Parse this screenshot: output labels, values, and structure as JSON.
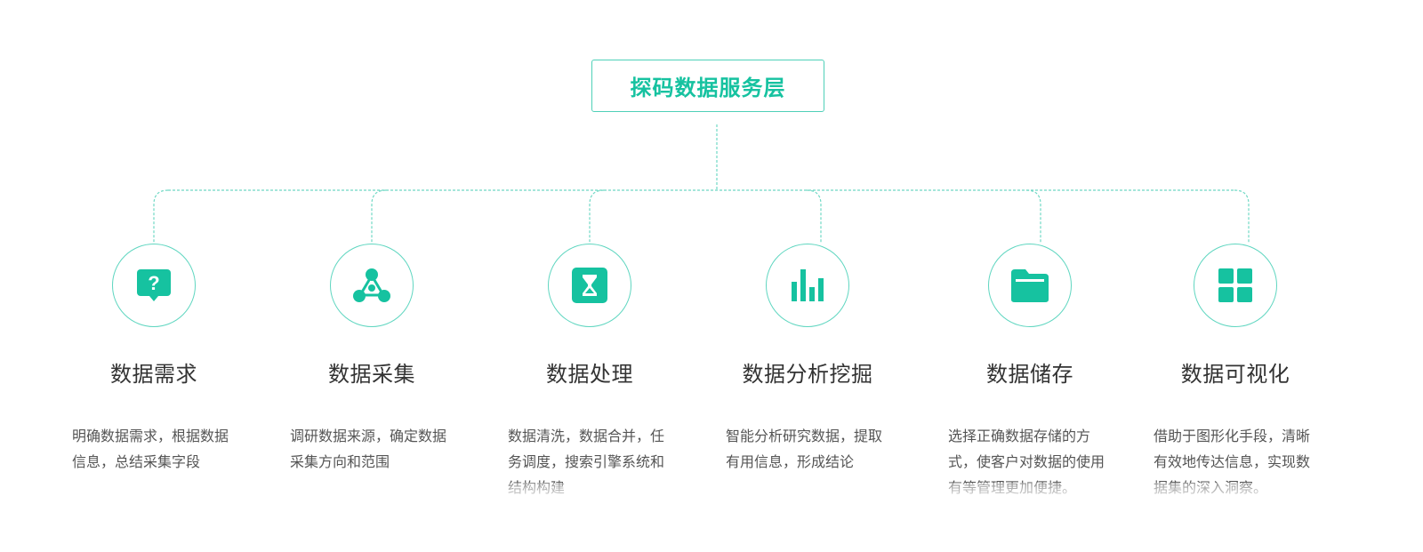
{
  "root": {
    "label": "探码数据服务层"
  },
  "accent_color": "#16c2a0",
  "nodes": [
    {
      "icon": "question-bubble-icon",
      "title": "数据需求",
      "desc": "明确数据需求，根据数据信息，总结采集字段"
    },
    {
      "icon": "molecule-icon",
      "title": "数据采集",
      "desc": "调研数据来源，确定数据采集方向和范围"
    },
    {
      "icon": "hourglass-icon",
      "title": "数据处理",
      "desc": "数据清洗，数据合并，任务调度，搜索引擎系统和结构构建"
    },
    {
      "icon": "bar-chart-icon",
      "title": "数据分析挖掘",
      "desc": "智能分析研究数据，提取有用信息，形成结论"
    },
    {
      "icon": "folder-icon",
      "title": "数据储存",
      "desc": "选择正确数据存储的方式，使客户对数据的使用有等管理更加便捷。"
    },
    {
      "icon": "grid-icon",
      "title": "数据可视化",
      "desc": "借助于图形化手段，清晰有效地传达信息，实现数据集的深入洞察。"
    }
  ]
}
